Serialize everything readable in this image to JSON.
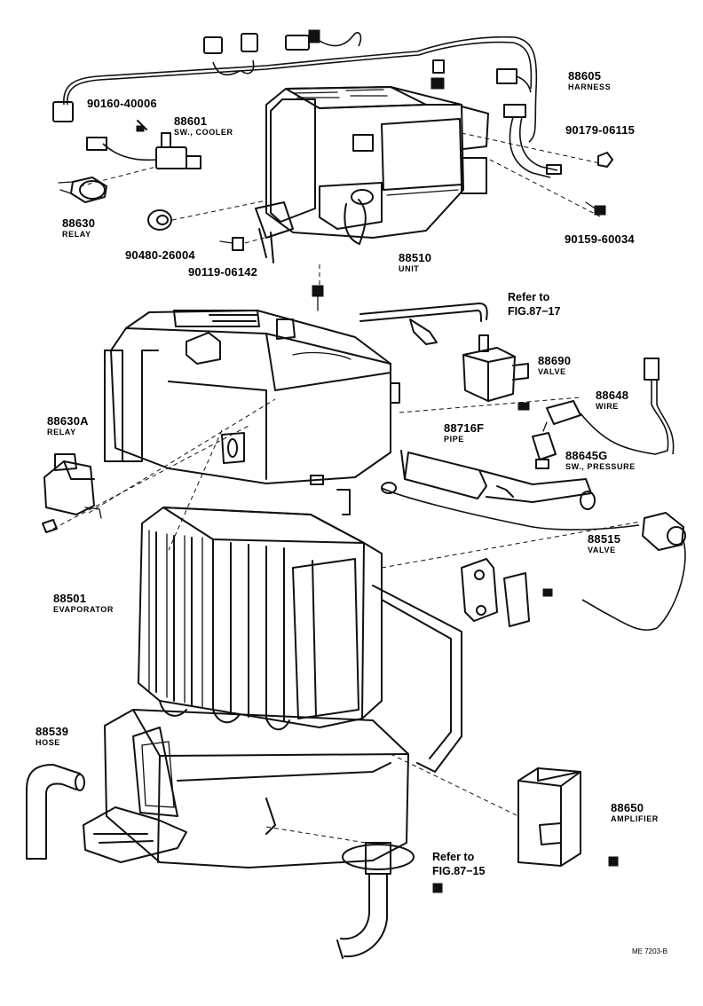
{
  "parts": {
    "p88605": {
      "num": "88605",
      "desc": "HARNESS"
    },
    "p90160": {
      "num": "90160-40006"
    },
    "p88601": {
      "num": "88601",
      "desc": "SW., COOLER"
    },
    "p90179": {
      "num": "90179-06115"
    },
    "p88630": {
      "num": "88630",
      "desc": "RELAY"
    },
    "p90480": {
      "num": "90480-26004"
    },
    "p90119": {
      "num": "90119-06142"
    },
    "p88510": {
      "num": "88510",
      "desc": "UNIT"
    },
    "p90159": {
      "num": "90159-60034"
    },
    "p88690": {
      "num": "88690",
      "desc": "VALVE"
    },
    "p88648": {
      "num": "88648",
      "desc": "WIRE"
    },
    "p88630a": {
      "num": "88630A",
      "desc": "RELAY"
    },
    "p88716f": {
      "num": "88716F",
      "desc": "PIPE"
    },
    "p88645g": {
      "num": "88645G",
      "desc": "SW., PRESSURE"
    },
    "p88515": {
      "num": "88515",
      "desc": "VALVE"
    },
    "p88501": {
      "num": "88501",
      "desc": "EVAPORATOR"
    },
    "p88539": {
      "num": "88539",
      "desc": "HOSE"
    },
    "p88650": {
      "num": "88650",
      "desc": "AMPLIFIER"
    }
  },
  "refs": {
    "fig8717": {
      "line1": "Refer to",
      "line2": "FIG.87−17"
    },
    "fig8715": {
      "line1": "Refer to",
      "line2": "FIG.87−15"
    }
  },
  "drawing_code": "ME  7203-B"
}
